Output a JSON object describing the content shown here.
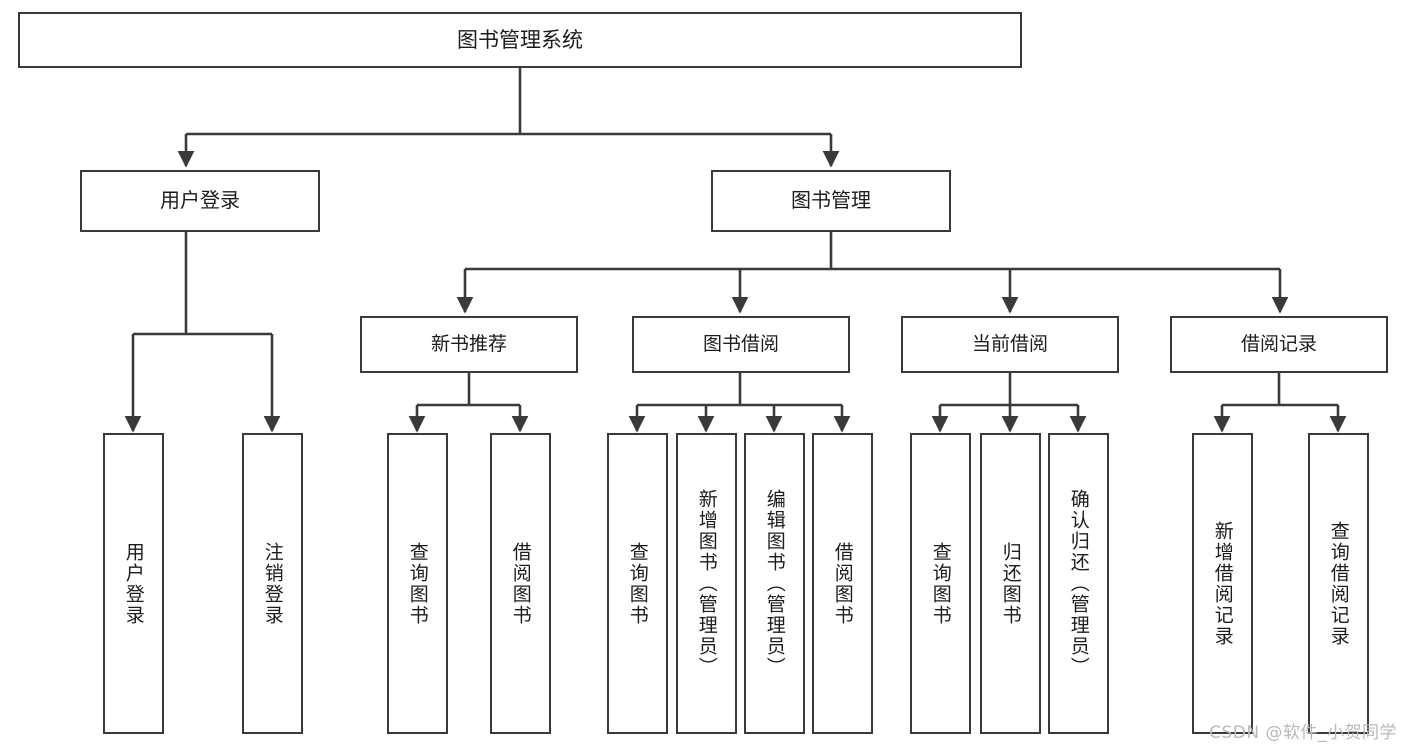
{
  "diagram": {
    "title": "图书管理系统",
    "type": "功能结构图",
    "line_color": "#3a3a3a",
    "box_fill": "#ffffff",
    "text_color": "#1c1c1c"
  },
  "root": {
    "label": "图书管理系统"
  },
  "level2": [
    {
      "id": "user-login",
      "label": "用户登录"
    },
    {
      "id": "book-manage",
      "label": "图书管理"
    }
  ],
  "level3": [
    {
      "id": "new-book-recommend",
      "label": "新书推荐"
    },
    {
      "id": "book-borrow",
      "label": "图书借阅"
    },
    {
      "id": "current-borrow",
      "label": "当前借阅"
    },
    {
      "id": "borrow-record",
      "label": "借阅记录"
    }
  ],
  "leaves": {
    "user_login": [
      {
        "id": "leaf-user-login",
        "label": "用户登录"
      },
      {
        "id": "leaf-logout-login",
        "label": "注销登录"
      }
    ],
    "new_book_recommend": [
      {
        "id": "leaf-query-book-1",
        "label": "查询图书"
      },
      {
        "id": "leaf-borrow-book-1",
        "label": "借阅图书"
      }
    ],
    "book_borrow": [
      {
        "id": "leaf-query-book-2",
        "label": "查询图书"
      },
      {
        "id": "leaf-add-book",
        "label": "新增图书（管理员）"
      },
      {
        "id": "leaf-edit-book",
        "label": "编辑图书（管理员）"
      },
      {
        "id": "leaf-borrow-book-2",
        "label": "借阅图书"
      }
    ],
    "current_borrow": [
      {
        "id": "leaf-query-book-3",
        "label": "查询图书"
      },
      {
        "id": "leaf-return-book",
        "label": "归还图书"
      },
      {
        "id": "leaf-confirm-return",
        "label": "确认归还（管理员）"
      }
    ],
    "borrow_record": [
      {
        "id": "leaf-add-record",
        "label": "新增借阅记录"
      },
      {
        "id": "leaf-query-record",
        "label": "查询借阅记录"
      }
    ]
  },
  "watermark": {
    "text": "CSDN @软件_小贺同学"
  }
}
